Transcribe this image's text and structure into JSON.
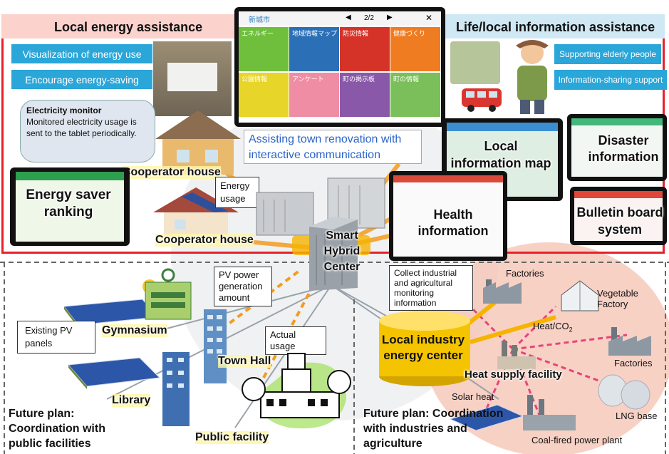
{
  "colors": {
    "frame_red": "#e8202a",
    "blue_button": "#2aa6d9",
    "pink_bg": "#f6c1b1",
    "arrow_orange": "#f39c1e",
    "dashed_pink": "#e8437a",
    "cylinder_yellow": "#f5c400"
  },
  "top": {
    "left_title": "Local energy assistance",
    "right_title": "Life/local information assistance",
    "btn_visualization": "Visualization of energy use",
    "btn_encourage": "Encourage energy-saving",
    "btn_elderly": "Supporting elderly people",
    "btn_info_sharing": "Information-sharing support",
    "monitor_title": "Electricity monitor",
    "monitor_text": "Monitored electricity usage is sent to the tablet periodically.",
    "center_tablet_caption": "Assisting town renovation with interactive communication",
    "tablet_logo": "新城市",
    "tablet_page": "2/2",
    "tiles": [
      "エネルギー",
      "地域情報マップ",
      "防災情報",
      "健康づくり",
      "公園情報",
      "アンケート",
      "町の掲示板",
      "町の情報"
    ],
    "cooperator_house_1": "Cooperator house",
    "cooperator_house_2": "Cooperator house",
    "energy_saver_ranking": "Energy saver ranking",
    "energy_usage": "Energy usage",
    "local_info_map": "Local information map",
    "disaster_info": "Disaster information",
    "health_info": "Health information",
    "bulletin_board": "Bulletin board system",
    "center_label": "Smart Hybrid Center"
  },
  "bottom_left": {
    "pv_generation": "PV power generation amount",
    "existing_pv": "Existing PV panels",
    "gymnasium": "Gymnasium",
    "library": "Library",
    "town_hall": "Town Hall",
    "actual_usage": "Actual usage",
    "public_facility": "Public facility",
    "future_plan": "Future plan: Coordination with public facilities"
  },
  "bottom_right": {
    "collect_info": "Collect industrial and agricultural monitoring information",
    "factories_top": "Factories",
    "vegetable_factory": "Vegetable Factory",
    "heat_co2": "Heat/CO",
    "heat_co2_sub": "2",
    "factories_right": "Factories",
    "energy_center": "Local industry energy center",
    "heat_supply": "Heat supply facility",
    "solar_heat": "Solar heat",
    "lng_base": "LNG base",
    "coal_plant": "Coal-fired power plant",
    "future_plan": "Future plan: Coordination with industries and agriculture"
  }
}
